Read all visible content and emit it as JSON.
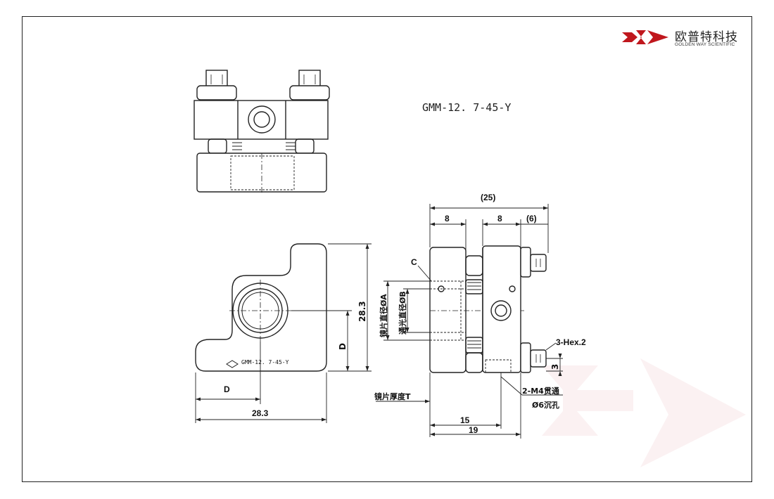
{
  "brand": {
    "name_cn": "欧普特科技",
    "name_en": "GOLDEN WAY SCIENTIFIC",
    "color": "#c0171d"
  },
  "model": "GMM-12. 7-45-Y",
  "body_label": "GMM-12. 7-45-Y",
  "dimensions": {
    "overall_depth": "(25)",
    "seg1": "8",
    "seg2": "8",
    "seg3": "(6)",
    "height": "28.3",
    "width": "28.3",
    "d_vertical": "D",
    "d_horizontal": "D",
    "c_label": "C",
    "dia_a": "镜片直径ØA",
    "dia_b": "通光直径ØB",
    "screw": "3-Hex.2",
    "three": "3",
    "thread": "2-M4贯通",
    "counterbore": "Ø6沉孔",
    "thickness": "镜片厚度T",
    "d15": "15",
    "d19": "19"
  }
}
